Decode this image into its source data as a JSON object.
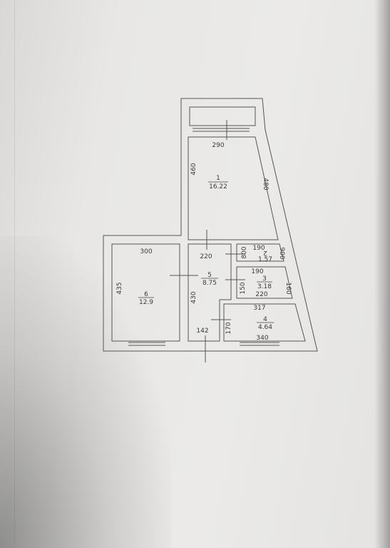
{
  "rooms": [
    {
      "number": "1",
      "area": "16.22"
    },
    {
      "number": "2",
      "area": "1.57"
    },
    {
      "number": "3",
      "area": "3.18"
    },
    {
      "number": "4",
      "area": "4.64"
    },
    {
      "number": "5",
      "area": "8.75"
    },
    {
      "number": "6",
      "area": "12.9"
    }
  ],
  "dimensions": {
    "room1_top": "290",
    "room1_left": "460",
    "room1_right": "480",
    "hall_top": "220",
    "hall_left": "430",
    "hall_bottom": "142",
    "room6_top": "300",
    "room6_left": "435",
    "room2_top": "190",
    "room2_left": "800",
    "room2_right": "900",
    "room3_top": "190",
    "room3_left": "150",
    "room3_bottom": "220",
    "room3_right": "160",
    "room4_top": "317",
    "room4_left": "170",
    "room4_bottom": "340"
  }
}
